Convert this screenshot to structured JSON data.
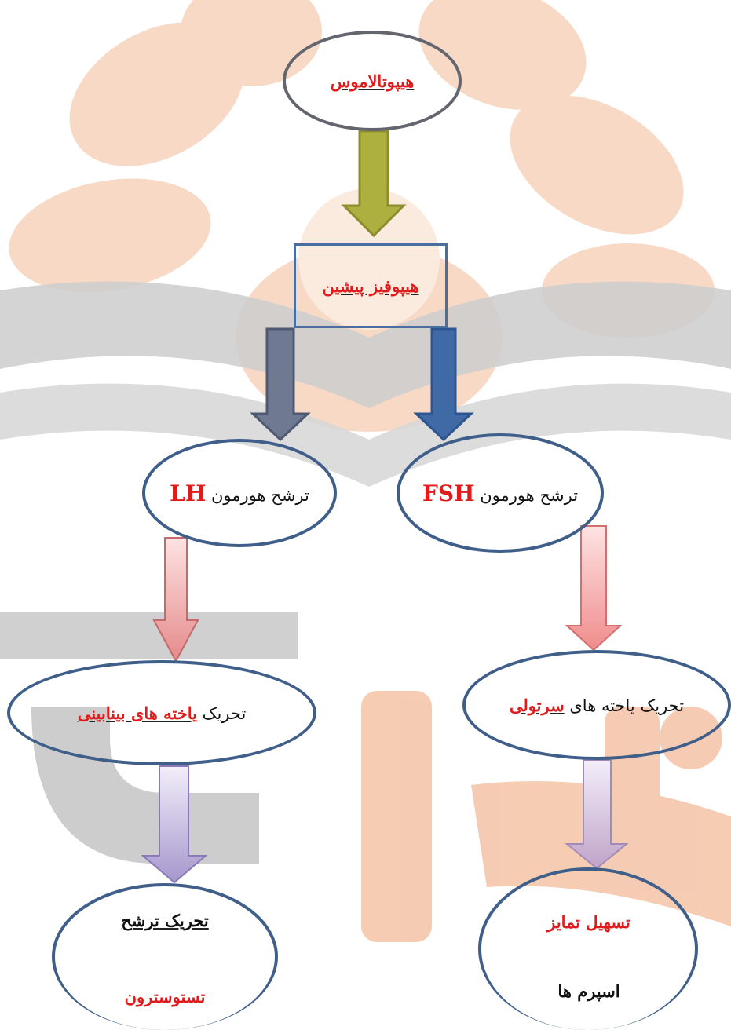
{
  "nodes": {
    "hypothalamus": "هیپوتالاموس",
    "pituitary": "هیپوفیز پیشین",
    "lh": {
      "prefix": "ترشح هورمون",
      "hormone": "LH"
    },
    "fsh": {
      "prefix": "ترشح هورمون",
      "hormone": "FSH"
    },
    "leydig": {
      "prefix": "تحریک",
      "highlight": "یاخته های بینابینی"
    },
    "sertoli": {
      "prefix": "تحریک یاخته های",
      "highlight": "سرتولی"
    },
    "testosterone": {
      "line1": "تحریک ترشح",
      "line2": "تستوسترون"
    },
    "sperm": {
      "line1": "تسهیل تمایز",
      "line2": "اسپرم ها"
    }
  },
  "colors": {
    "arrow_top": "#9a9a3a",
    "arrow_lh": "#6b7890",
    "arrow_fsh": "#3f6aa6",
    "arrow_pink": "#f0a0a0",
    "arrow_purple": "#b6a8d6",
    "ellipse_border": "#3f5f8a",
    "text_red": "#e01b1b"
  }
}
